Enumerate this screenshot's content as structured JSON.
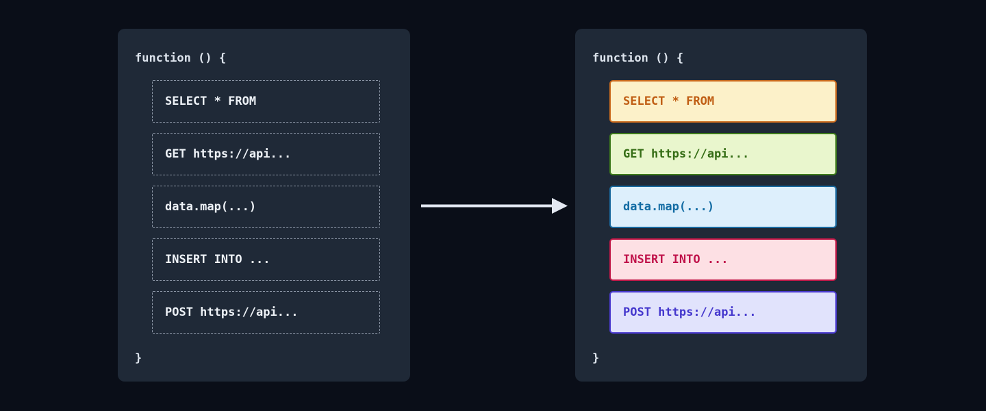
{
  "left_panel": {
    "function_open": "function () {",
    "function_close": "}",
    "lines": [
      "SELECT * FROM",
      "GET https://api...",
      "data.map(...)",
      "INSERT INTO ...",
      "POST https://api..."
    ]
  },
  "right_panel": {
    "function_open": "function () {",
    "function_close": "}",
    "lines": [
      {
        "text": "SELECT * FROM",
        "bg": "#fcf1c9",
        "border": "#cc6b1d",
        "color": "#c05e14"
      },
      {
        "text": "GET https://api...",
        "bg": "#e9f6cd",
        "border": "#3d7a1b",
        "color": "#356d15"
      },
      {
        "text": "data.map(...)",
        "bg": "#ddeffc",
        "border": "#19699f",
        "color": "#136ca4"
      },
      {
        "text": "INSERT INTO ...",
        "bg": "#fde0e4",
        "border": "#c21747",
        "color": "#c0134b"
      },
      {
        "text": "POST https://api...",
        "bg": "#e1e3fc",
        "border": "#4a3ad0",
        "color": "#4437cd"
      }
    ]
  },
  "arrow": {
    "color": "#e3e8f2"
  },
  "colors": {
    "page_background": "#0a0e18",
    "panel_background": "#1f2937",
    "dashed_border": "#8b95a5",
    "code_text": "#eef2f7",
    "function_text": "#dce3ec"
  }
}
